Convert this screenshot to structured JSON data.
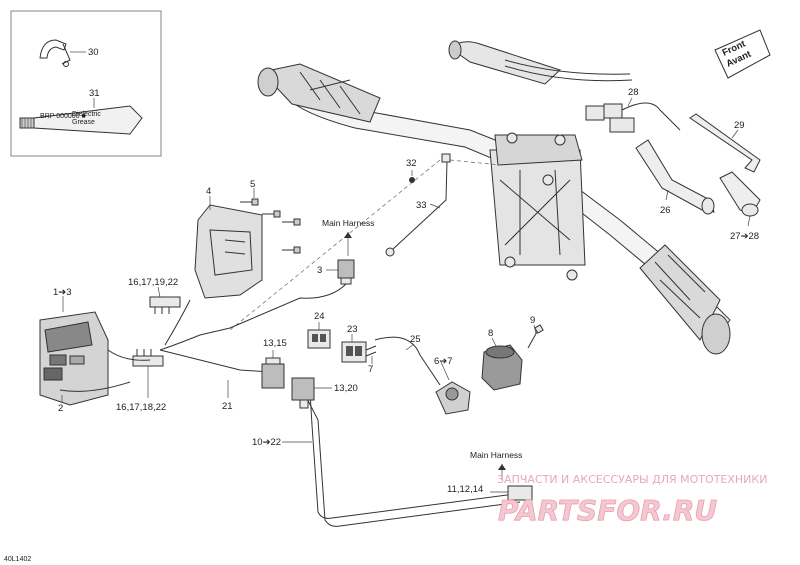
{
  "diagram_code": "40L1402",
  "callouts": {
    "c1_3": "1➔3",
    "c2": "2",
    "c3": "3",
    "c4": "4",
    "c5": "5",
    "c6_7": "6➔7",
    "c7": "7",
    "c8": "8",
    "c9": "9",
    "c10_22": "10➔22",
    "c11_12_14": "11,12,14",
    "c13_15": "13,15",
    "c13_20": "13,20",
    "c16_17_18_22": "16,17,18,22",
    "c16_17_19_22": "16,17,19,22",
    "c21": "21",
    "c23": "23",
    "c24": "24",
    "c25": "25",
    "c26": "26",
    "c27_28": "27➔28",
    "c28": "28",
    "c29": "29",
    "c30": "30",
    "c31": "31",
    "c32": "32",
    "c33": "33"
  },
  "notes": {
    "main_harness_top": "Main Harness",
    "main_harness_bottom": "Main Harness"
  },
  "direction_badge": {
    "line1": "Front",
    "line2": "Avant"
  },
  "watermark": {
    "tagline": "ЗАПЧАСТИ И АКСЕССУАРЫ ДЛЯ МОТОТЕХНИКИ",
    "logo": "PARTSFOR.RU"
  },
  "tube_label": {
    "line1": "BRP 000000 ■",
    "line2": "Dielectric",
    "line3": "Grease"
  }
}
